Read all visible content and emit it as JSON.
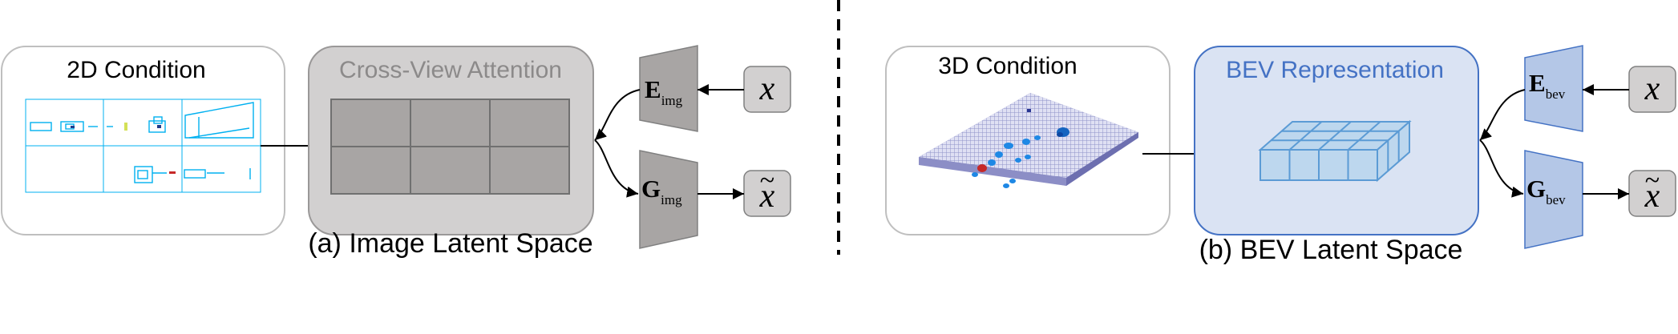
{
  "panels": [
    {
      "condition_title": "2D Condition",
      "attention_title": "Cross-View Attention",
      "encoder": {
        "letter": "E",
        "subscript": "img"
      },
      "decoder": {
        "letter": "G",
        "subscript": "img"
      },
      "input": "x",
      "output": "x",
      "output_mark": "~",
      "caption": "(a) Image Latent Space"
    },
    {
      "condition_title": "3D Condition",
      "representation_title": "BEV Representation",
      "encoder": {
        "letter": "E",
        "subscript": "bev"
      },
      "decoder": {
        "letter": "G",
        "subscript": "bev"
      },
      "input": "x",
      "output": "x",
      "output_mark": "~",
      "caption": "(b) BEV Latent Space"
    }
  ],
  "colors": {
    "gray_box_fill": "#d2d0d0",
    "gray_box_stroke": "#9a9898",
    "gray_text": "#8c8a8a",
    "grid_fill": "#a8a5a4",
    "trapezoid_gray": "#a8a5a4",
    "blue_box_fill": "#dae3f3",
    "blue_box_stroke": "#4472c4",
    "blue_text": "#4472c4",
    "trapezoid_blue": "#b4c7e7",
    "cube_fill": "#bdd7ee",
    "cube_stroke": "#5b9bd5",
    "sketch_cyan": "#00b0f0",
    "voxel_purple": "#9a9ccf"
  }
}
